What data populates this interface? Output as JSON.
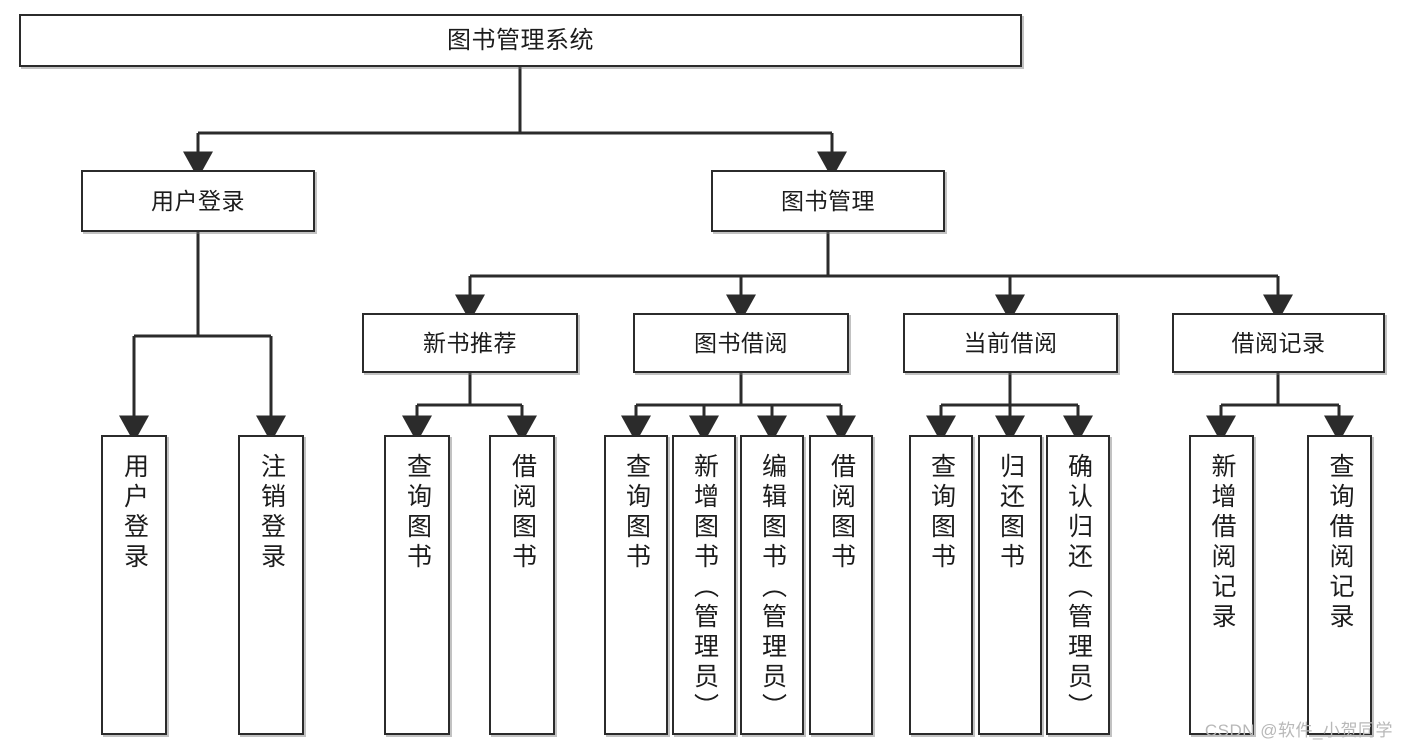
{
  "diagram": {
    "title": "图书管理系统",
    "type": "tree",
    "orientation": "top-down",
    "colors": {
      "node_border": "#2b2b2b",
      "node_fill": "#ffffff",
      "edge": "#2b2b2b",
      "text": "#1c1c1c",
      "watermark": "#b8b8b8",
      "background": "#ffffff"
    },
    "nodes": {
      "root": {
        "label": "图书管理系统",
        "level": 0
      },
      "level1": [
        {
          "id": "user-login",
          "label": "用户登录"
        },
        {
          "id": "book-manage",
          "label": "图书管理"
        }
      ],
      "level2": [
        {
          "id": "new-book-recommend",
          "label": "新书推荐",
          "parent": "book-manage"
        },
        {
          "id": "book-borrow",
          "label": "图书借阅",
          "parent": "book-manage"
        },
        {
          "id": "current-borrow",
          "label": "当前借阅",
          "parent": "book-manage"
        },
        {
          "id": "borrow-record",
          "label": "借阅记录",
          "parent": "book-manage"
        }
      ],
      "leaves": [
        {
          "id": "leaf-user-login",
          "label": "用户登录",
          "parent": "user-login"
        },
        {
          "id": "leaf-user-logout",
          "label": "注销登录",
          "parent": "user-login"
        },
        {
          "id": "leaf-query-book-1",
          "label": "查询图书",
          "parent": "new-book-recommend"
        },
        {
          "id": "leaf-borrow-book-1",
          "label": "借阅图书",
          "parent": "new-book-recommend"
        },
        {
          "id": "leaf-query-book-2",
          "label": "查询图书",
          "parent": "book-borrow"
        },
        {
          "id": "leaf-add-book",
          "label": "新增图书（管理员）",
          "parent": "book-borrow"
        },
        {
          "id": "leaf-edit-book",
          "label": "编辑图书（管理员）",
          "parent": "book-borrow"
        },
        {
          "id": "leaf-borrow-book-2",
          "label": "借阅图书",
          "parent": "book-borrow"
        },
        {
          "id": "leaf-query-book-3",
          "label": "查询图书",
          "parent": "current-borrow"
        },
        {
          "id": "leaf-return-book",
          "label": "归还图书",
          "parent": "current-borrow"
        },
        {
          "id": "leaf-confirm-return",
          "label": "确认归还（管理员）",
          "parent": "current-borrow"
        },
        {
          "id": "leaf-add-record",
          "label": "新增借阅记录",
          "parent": "borrow-record"
        },
        {
          "id": "leaf-query-record",
          "label": "查询借阅记录",
          "parent": "borrow-record"
        }
      ]
    }
  },
  "watermark": {
    "text": "CSDN @软件_小贺同学"
  }
}
